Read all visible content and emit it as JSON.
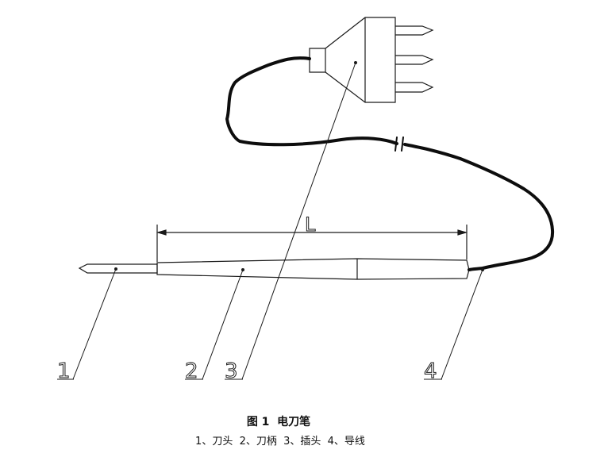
{
  "figure": {
    "dimension_label": "L",
    "callouts": [
      {
        "number": "1",
        "part": "刀头"
      },
      {
        "number": "2",
        "part": "刀柄"
      },
      {
        "number": "3",
        "part": "插头"
      },
      {
        "number": "4",
        "part": "导线"
      }
    ]
  },
  "caption": {
    "title": "图 1  电刀笔",
    "parts": "1、刀头  2、刀柄  3、插头  4、导线"
  },
  "colors": {
    "line": "#1a1a1a",
    "background": "#ffffff"
  }
}
